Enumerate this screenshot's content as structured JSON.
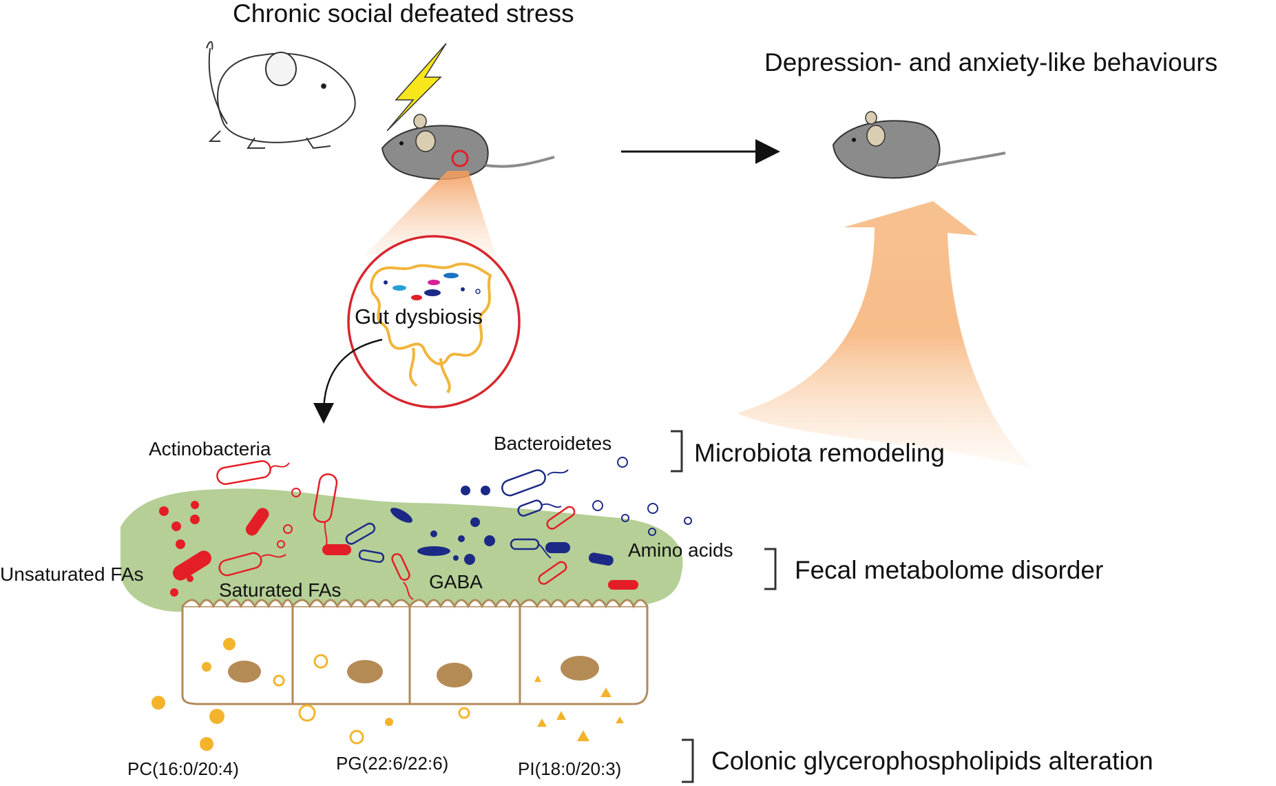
{
  "labels": {
    "stress_title": "Chronic social defeated stress",
    "outcome_title": "Depression- and anxiety-like behaviours",
    "gut_dysbiosis": "Gut dysbiosis",
    "actinobacteria": "Actinobacteria",
    "bacteroidetes": "Bacteroidetes",
    "unsaturated_fas": "Unsaturated FAs",
    "saturated_fas": "Saturated FAs",
    "gaba": "GABA",
    "amino_acids": "Amino acids",
    "pc": "PC(16:0/20:4)",
    "pg": "PG(22:6/22:6)",
    "pi": "PI(18:0/20:3)"
  },
  "brackets": {
    "microbiota": "Microbiota remodeling",
    "fecal": "Fecal metabolome disorder",
    "colonic": "Colonic glycerophospholipids alteration"
  },
  "icons": [
    "aggressor-mouse-icon",
    "stressed-mouse-icon",
    "lightning-bolt-icon",
    "depressed-mouse-icon"
  ],
  "colors": {
    "red_bacteria": "#e41e26",
    "blue_bacteria": "#1c2a86",
    "gut_outline": "#f2b43a",
    "mucus": "#b5cf96",
    "epithelium": "#b08a5a",
    "nucleus": "#b58b55",
    "lipid_dots": "#f3b42c",
    "arrow_orange": "#f6b57c",
    "lightning": "#f7e61c"
  }
}
